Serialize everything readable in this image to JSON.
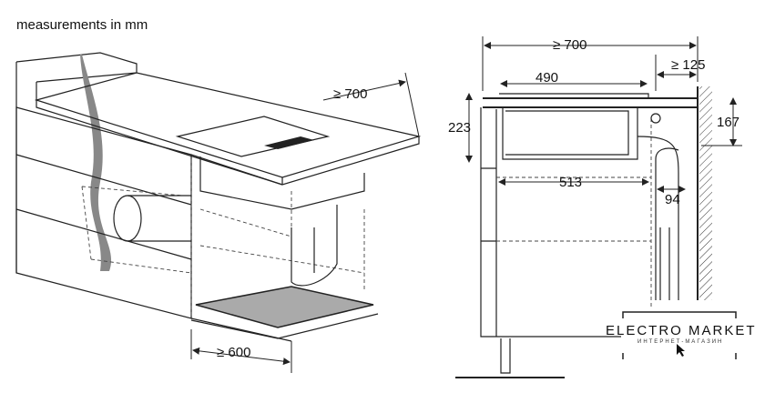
{
  "title": "measurements in mm",
  "perspective_view": {
    "depth_label": "≥ 700",
    "width_label": "≥ 600"
  },
  "section_view": {
    "total_depth_label": "≥ 700",
    "hob_depth_label": "490",
    "rear_gap_label": "≥ 125",
    "height_label": "223",
    "duct_height_label": "167",
    "unit_depth_label": "513",
    "duct_width_label": "94"
  },
  "watermark": {
    "title": "ELECTRO MARKET",
    "subtitle": "ИНТЕРНЕТ-МАГАЗИН"
  }
}
